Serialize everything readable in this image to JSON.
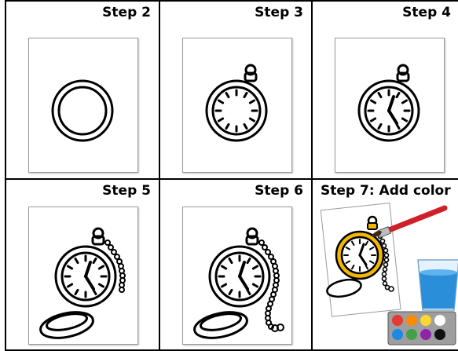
{
  "steps": [
    {
      "label": "Step 2"
    },
    {
      "label": "Step 3"
    },
    {
      "label": "Step 4"
    },
    {
      "label": "Step 5"
    },
    {
      "label": "Step 6"
    },
    {
      "label": "Step 7: Add color"
    }
  ],
  "colors": {
    "border": "#000000",
    "watch_gold": "#f2b705",
    "brush_red": "#d1202a",
    "water_blue": "#2a8fd8",
    "palette": [
      "#e53935",
      "#fb8c00",
      "#fdd835",
      "#ffffff",
      "#1e88e5",
      "#43a047",
      "#8e24aa",
      "#111111"
    ]
  }
}
